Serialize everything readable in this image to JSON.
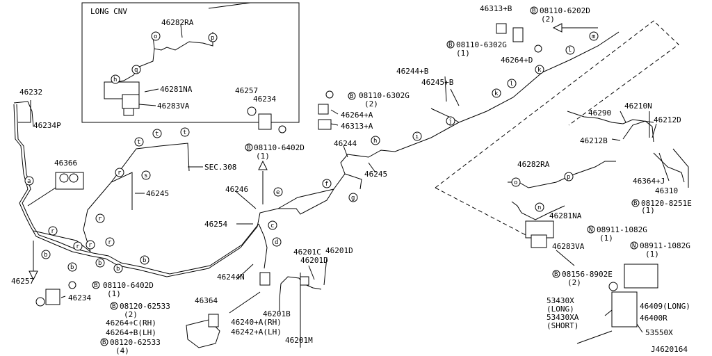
{
  "diagram_code": "J4620164",
  "inset": {
    "title": "LONG CNV"
  },
  "labels": [
    {
      "id": "l01",
      "text": "46282RA"
    },
    {
      "id": "l02",
      "text": "46281NA"
    },
    {
      "id": "l03",
      "text": "46283VA"
    },
    {
      "id": "l04",
      "text": "46232"
    },
    {
      "id": "l05",
      "text": "46234P"
    },
    {
      "id": "l06",
      "text": "46366"
    },
    {
      "id": "l07",
      "text": "SEC.308"
    },
    {
      "id": "l08",
      "text": "46245"
    },
    {
      "id": "l09",
      "text": "46257"
    },
    {
      "id": "l10",
      "text": "46234"
    },
    {
      "id": "l11",
      "text": "08110-6402D"
    },
    {
      "id": "l12",
      "text": "(1)"
    },
    {
      "id": "l13",
      "text": "46246"
    },
    {
      "id": "l14",
      "text": "46254"
    },
    {
      "id": "l15",
      "text": "46244N"
    },
    {
      "id": "l16",
      "text": "46244"
    },
    {
      "id": "l17",
      "text": "46245"
    },
    {
      "id": "l18",
      "text": "46244+B"
    },
    {
      "id": "l19",
      "text": "46245+B"
    },
    {
      "id": "l20",
      "text": "08110-6302G"
    },
    {
      "id": "l21",
      "text": "(2)"
    },
    {
      "id": "l22",
      "text": "46264+A"
    },
    {
      "id": "l23",
      "text": "46313+A"
    },
    {
      "id": "l24",
      "text": "46313+B"
    },
    {
      "id": "l25",
      "text": "08110-6202D"
    },
    {
      "id": "l26",
      "text": "(2)"
    },
    {
      "id": "l27",
      "text": "08110-6302G"
    },
    {
      "id": "l28",
      "text": "(1)"
    },
    {
      "id": "l29",
      "text": "46264+D"
    },
    {
      "id": "l30",
      "text": "46290"
    },
    {
      "id": "l31",
      "text": "46210N"
    },
    {
      "id": "l32",
      "text": "46212D"
    },
    {
      "id": "l33",
      "text": "46212B"
    },
    {
      "id": "l34",
      "text": "46282RA"
    },
    {
      "id": "l35",
      "text": "46364+J"
    },
    {
      "id": "l36",
      "text": "46310"
    },
    {
      "id": "l37",
      "text": "08120-8251E"
    },
    {
      "id": "l38",
      "text": "(1)"
    },
    {
      "id": "l39",
      "text": "46281NA"
    },
    {
      "id": "l40",
      "text": "08911-1082G"
    },
    {
      "id": "l41",
      "text": "(1)"
    },
    {
      "id": "l42",
      "text": "46283VA"
    },
    {
      "id": "l43",
      "text": "08911-1082G"
    },
    {
      "id": "l44",
      "text": "(1)"
    },
    {
      "id": "l45",
      "text": "08156-8902E"
    },
    {
      "id": "l46",
      "text": "(2)"
    },
    {
      "id": "l47",
      "text": "46409(LONG)"
    },
    {
      "id": "l48",
      "text": "46400R"
    },
    {
      "id": "l49",
      "text": "53430X"
    },
    {
      "id": "l50",
      "text": "(LONG)"
    },
    {
      "id": "l51",
      "text": "53430XA"
    },
    {
      "id": "l52",
      "text": "(SHORT)"
    },
    {
      "id": "l53",
      "text": "53550X"
    },
    {
      "id": "l54",
      "text": "46257"
    },
    {
      "id": "l55",
      "text": "46234"
    },
    {
      "id": "l56",
      "text": "08110-6402D"
    },
    {
      "id": "l57",
      "text": "(1)"
    },
    {
      "id": "l58",
      "text": "08120-62533"
    },
    {
      "id": "l59",
      "text": "(2)"
    },
    {
      "id": "l60",
      "text": "46364"
    },
    {
      "id": "l61",
      "text": "46264+C(RH)"
    },
    {
      "id": "l62",
      "text": "46264+B(LH)"
    },
    {
      "id": "l63",
      "text": "08120-62533"
    },
    {
      "id": "l64",
      "text": "(4)"
    },
    {
      "id": "l65",
      "text": "46240+A(RH)"
    },
    {
      "id": "l66",
      "text": "46242+A(LH)"
    },
    {
      "id": "l67",
      "text": "46201B"
    },
    {
      "id": "l68",
      "text": "46201M"
    },
    {
      "id": "l69",
      "text": "46201C"
    },
    {
      "id": "l70",
      "text": "46201D"
    }
  ],
  "bolt_marks": [
    {
      "id": "b1",
      "letter": "B"
    },
    {
      "id": "b2",
      "letter": "B"
    },
    {
      "id": "b3",
      "letter": "B"
    },
    {
      "id": "b4",
      "letter": "B"
    },
    {
      "id": "b5",
      "letter": "B"
    },
    {
      "id": "b6",
      "letter": "B"
    },
    {
      "id": "b7",
      "letter": "B"
    },
    {
      "id": "b8",
      "letter": "B"
    },
    {
      "id": "b9",
      "letter": "B"
    },
    {
      "id": "b10",
      "letter": "N"
    },
    {
      "id": "b11",
      "letter": "N"
    }
  ],
  "callouts": [
    {
      "id": "c1",
      "letter": "a"
    },
    {
      "id": "c2",
      "letter": "r"
    },
    {
      "id": "c3",
      "letter": "b"
    },
    {
      "id": "c4",
      "letter": "b"
    },
    {
      "id": "c5",
      "letter": "r"
    },
    {
      "id": "c6",
      "letter": "r"
    },
    {
      "id": "c7",
      "letter": "r"
    },
    {
      "id": "c8",
      "letter": "b"
    },
    {
      "id": "c9",
      "letter": "b"
    },
    {
      "id": "c10",
      "letter": "r"
    },
    {
      "id": "c11",
      "letter": "r"
    },
    {
      "id": "c12",
      "letter": "s"
    },
    {
      "id": "c13",
      "letter": "t"
    },
    {
      "id": "c14",
      "letter": "t"
    },
    {
      "id": "c15",
      "letter": "t"
    },
    {
      "id": "c16",
      "letter": "b"
    },
    {
      "id": "c17",
      "letter": "c"
    },
    {
      "id": "c18",
      "letter": "d"
    },
    {
      "id": "c19",
      "letter": "e"
    },
    {
      "id": "c20",
      "letter": "f"
    },
    {
      "id": "c21",
      "letter": "g"
    },
    {
      "id": "c22",
      "letter": "h"
    },
    {
      "id": "c23",
      "letter": "i"
    },
    {
      "id": "c24",
      "letter": "j"
    },
    {
      "id": "c25",
      "letter": "k"
    },
    {
      "id": "c26",
      "letter": "l"
    },
    {
      "id": "c27",
      "letter": "k"
    },
    {
      "id": "c28",
      "letter": "l"
    },
    {
      "id": "c29",
      "letter": "m"
    },
    {
      "id": "c30",
      "letter": "o"
    },
    {
      "id": "c31",
      "letter": "p"
    },
    {
      "id": "c32",
      "letter": "q"
    },
    {
      "id": "c33",
      "letter": "h"
    },
    {
      "id": "c34",
      "letter": "o"
    },
    {
      "id": "c35",
      "letter": "p"
    },
    {
      "id": "c36",
      "letter": "n"
    }
  ]
}
